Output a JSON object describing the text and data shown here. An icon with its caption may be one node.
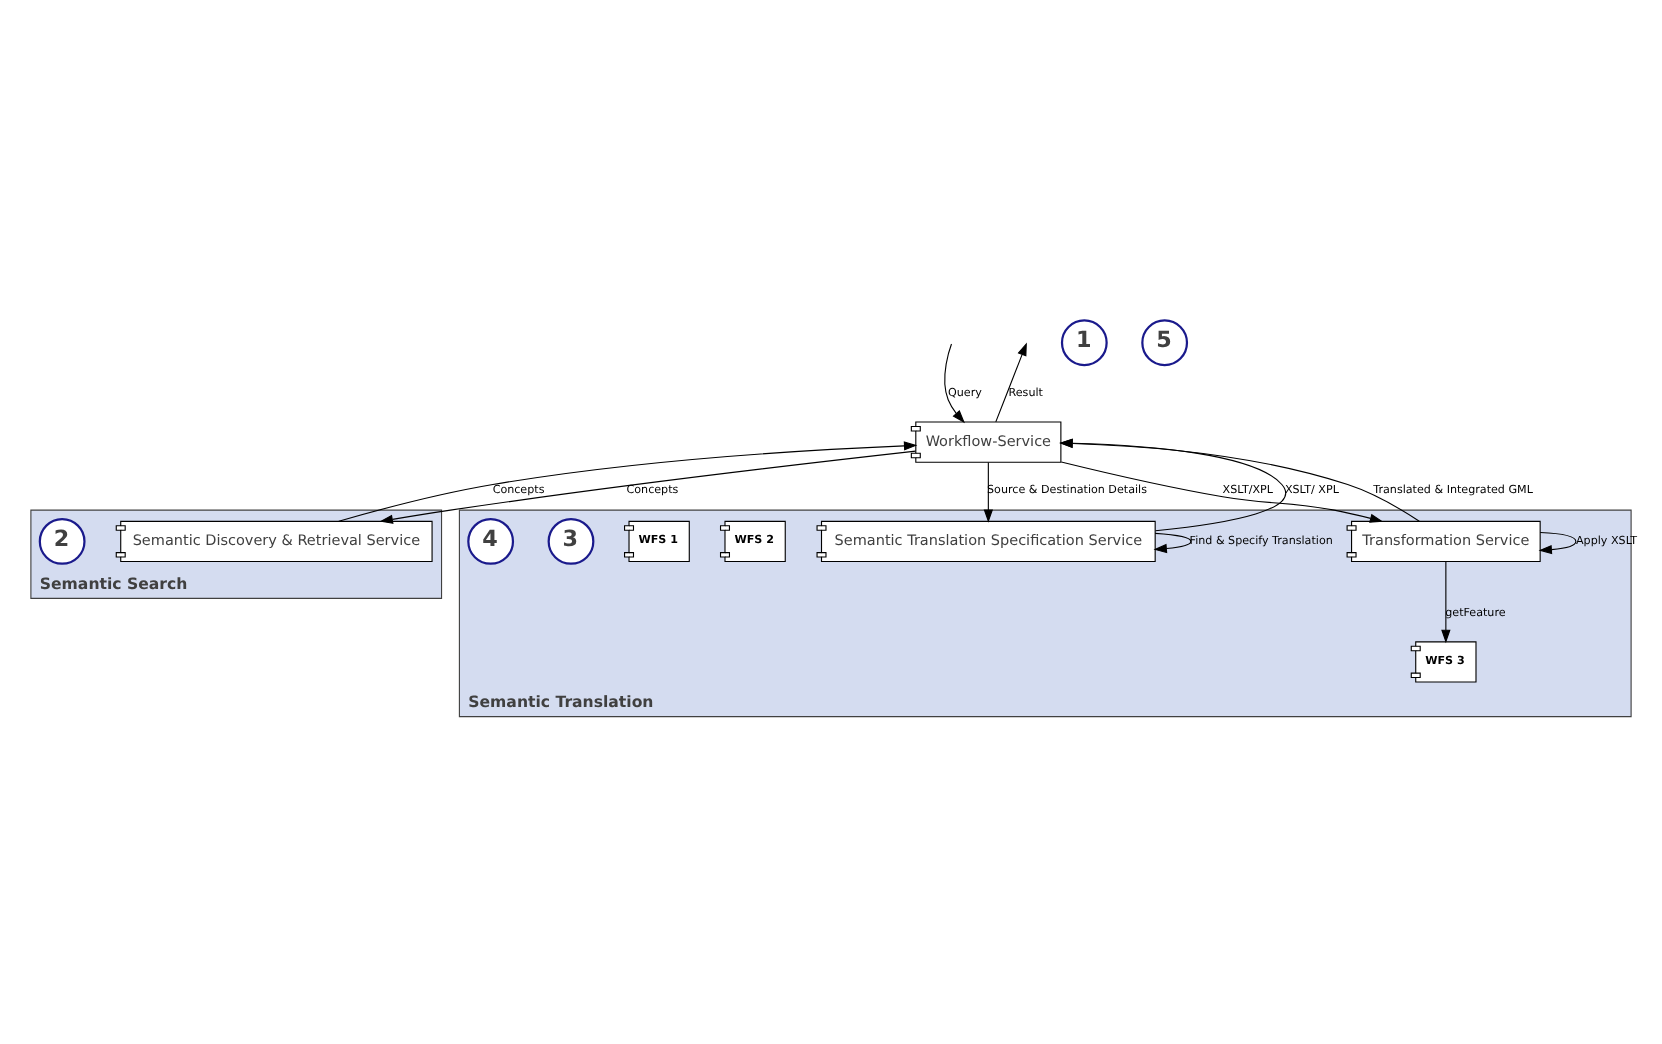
{
  "diagram": {
    "nodes": [
      {
        "text": [
          "Semantic Search"
        ]
      },
      {
        "text": [
          "Semantic Discovery & Retrieval Service"
        ],
        "in": 0
      },
      {
        "text": [
          "Workflow-Service"
        ]
      },
      {
        "text": [
          "Semantic Translation"
        ]
      },
      {
        "text": [
          "Semantic Translation Specification Service"
        ],
        "in": 3
      },
      {
        "text": [
          "Transformation Service"
        ],
        "in": 3
      },
      {
        "text": [
          "WFS 3"
        ],
        "in": 3
      },
      {
        "text": [
          "WFS 2"
        ],
        "in": 3
      },
      {
        "text": [
          "WFS 1"
        ],
        "in": 3
      },
      {
        "text": [
          "1"
        ]
      },
      {
        "text": [
          "2"
        ],
        "in": 0
      },
      {
        "text": [
          "3"
        ],
        "in": 3
      },
      {
        "text": [
          "4"
        ],
        "in": 3
      },
      {
        "text": [
          "5"
        ]
      }
    ],
    "edges": [
      {
        "from": null,
        "to": 2,
        "arrow": "to",
        "label": "Query"
      },
      {
        "from": 2,
        "to": null,
        "arrow": "to",
        "label": "Result"
      },
      {
        "from": 2,
        "to": 1,
        "arrow": "to",
        "label": "Concepts"
      },
      {
        "from": 1,
        "to": 2,
        "arrow": "to",
        "label": "Concepts"
      },
      {
        "from": 2,
        "to": 4,
        "arrow": "to",
        "label": "Source & Destination Details"
      },
      {
        "from": 4,
        "to": 2,
        "arrow": "to",
        "label": "XSLT/ XPL"
      },
      {
        "from": 2,
        "to": 5,
        "arrow": "to",
        "label": "XSLT/XPL"
      },
      {
        "from": 5,
        "to": 2,
        "arrow": "to",
        "label": "Translated & Integrated GML"
      },
      {
        "from": 4,
        "to": 4,
        "arrow": "to",
        "label": "Find & Specify Translation"
      },
      {
        "from": 5,
        "to": 5,
        "arrow": "to",
        "label": "Apply XSLT"
      },
      {
        "from": 5,
        "to": 6,
        "arrow": "to",
        "label": "getFeature"
      }
    ]
  }
}
